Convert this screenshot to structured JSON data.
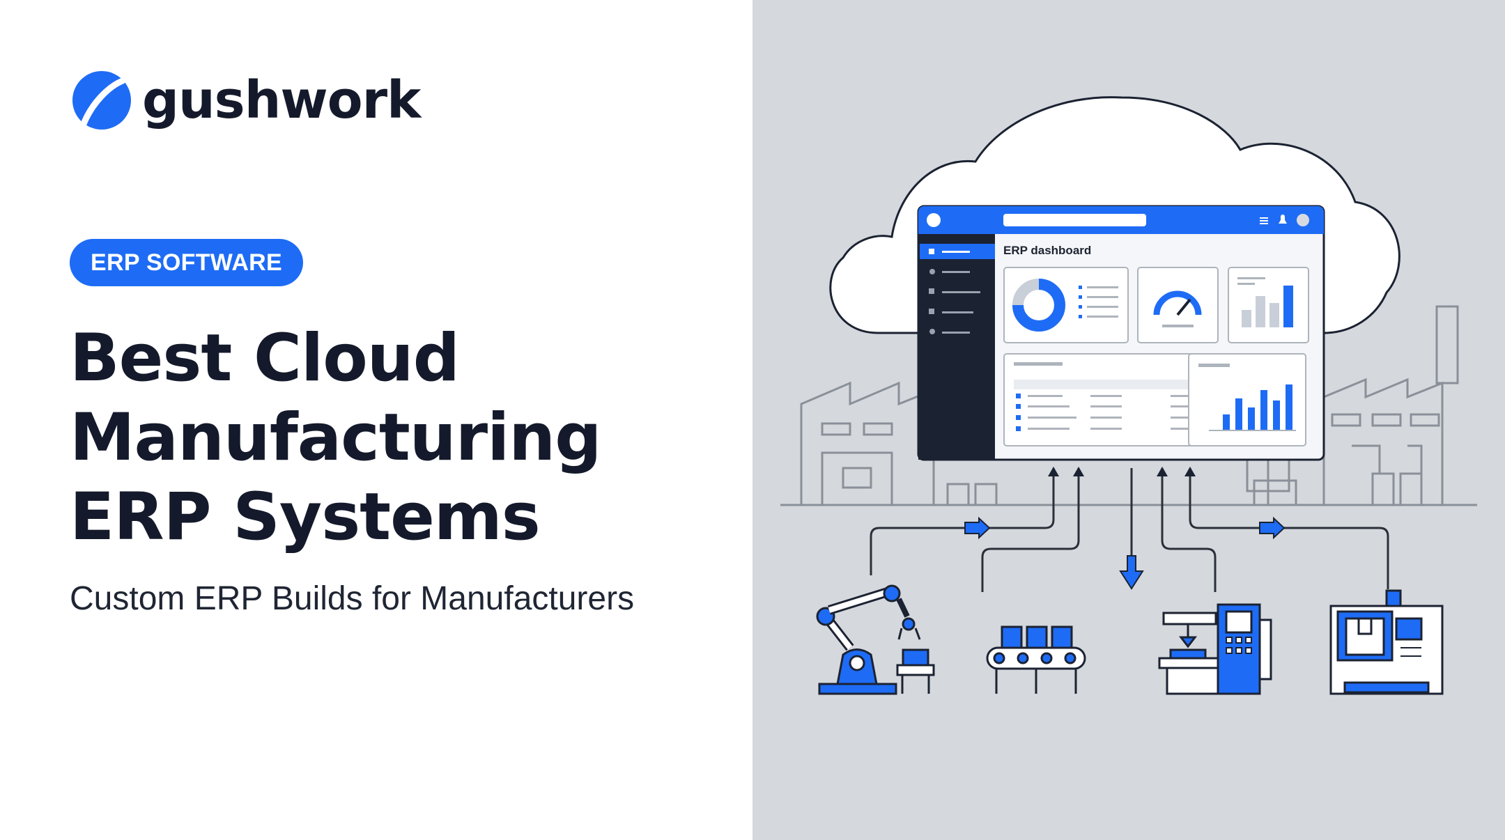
{
  "brand": {
    "name": "gushwork",
    "accent": "#1e6cf5",
    "icon": "gushwork-logo-icon"
  },
  "badge": {
    "label": "ERP SOFTWARE"
  },
  "headline": {
    "lines": [
      "Best Cloud",
      "Manufacturing",
      "ERP Systems"
    ]
  },
  "subtitle": "Custom ERP Builds for Manufacturers",
  "illustration": {
    "dashboard_title": "ERP dashboard",
    "icons": [
      "cloud-icon",
      "factory-icon",
      "robot-arm-icon",
      "conveyor-icon",
      "cnc-machine-icon",
      "lathe-machine-icon",
      "gauge-icon",
      "donut-chart-icon",
      "bar-chart-icon"
    ],
    "colors": {
      "background": "#d5d8dc",
      "dark": "#1b2232",
      "blue": "#1e6cf5",
      "line": "#8a9099"
    }
  }
}
